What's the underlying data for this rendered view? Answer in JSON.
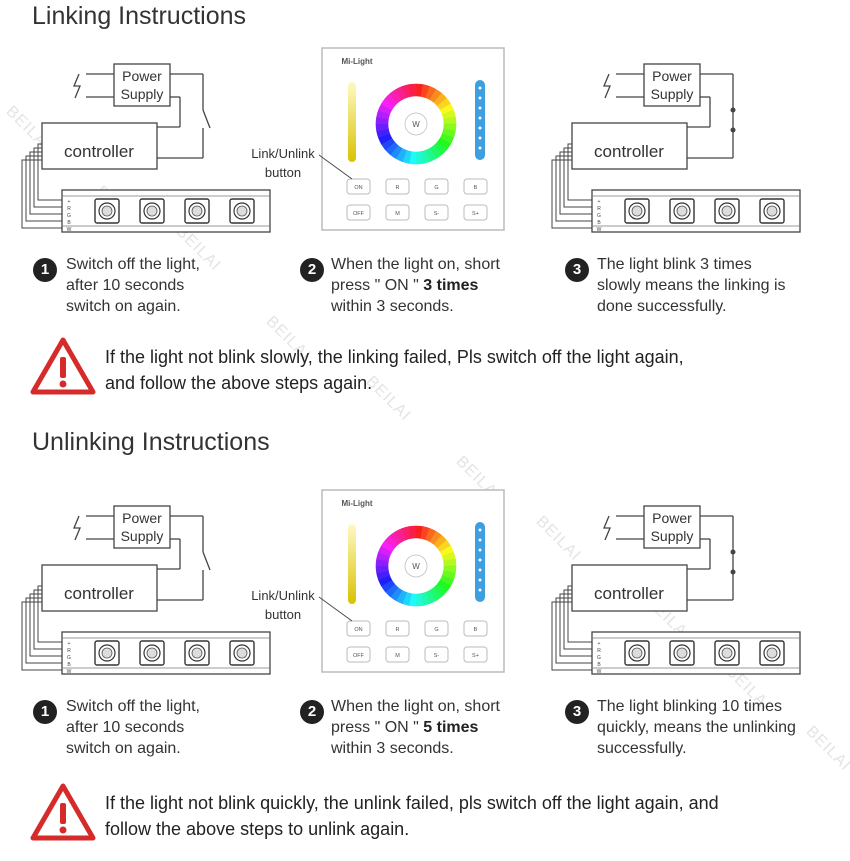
{
  "sections": [
    {
      "title": "Linking Instructions",
      "diagram": {
        "power_line1": "Power",
        "power_line2": "Supply",
        "controller": "controller",
        "link_line1": "Link/Unlink",
        "link_line2": "button",
        "brand": "Mi-Light",
        "wheel_center": "W",
        "buttons": [
          "ON",
          "R",
          "G",
          "B",
          "OFF",
          "M",
          "S-",
          "S+"
        ],
        "pins": [
          "+",
          "R",
          "G",
          "B",
          "W"
        ]
      },
      "steps": [
        {
          "num": "1",
          "lines": [
            "Switch off the light,",
            "after 10 seconds",
            "switch on again."
          ]
        },
        {
          "num": "2",
          "line1": "When the light on, short",
          "line2_pre": "press \" ON \" ",
          "line2_bold": "3 times",
          "line3": "within 3 seconds."
        },
        {
          "num": "3",
          "lines": [
            "The light blink 3 times",
            "slowly means the linking is",
            "done successfully."
          ]
        }
      ],
      "warning": {
        "line1": "If the light not blink slowly, the linking failed, Pls switch off the light again,",
        "line2": "and follow the above steps again."
      }
    },
    {
      "title": "Unlinking Instructions",
      "diagram": {
        "power_line1": "Power",
        "power_line2": "Supply",
        "controller": "controller",
        "link_line1": "Link/Unlink",
        "link_line2": "button",
        "brand": "Mi-Light",
        "wheel_center": "W",
        "buttons": [
          "ON",
          "R",
          "G",
          "B",
          "OFF",
          "M",
          "S-",
          "S+"
        ],
        "pins": [
          "+",
          "R",
          "G",
          "B",
          "W"
        ]
      },
      "steps": [
        {
          "num": "1",
          "lines": [
            "Switch off the light,",
            "after 10 seconds",
            "switch on again."
          ]
        },
        {
          "num": "2",
          "line1": "When the light on, short",
          "line2_pre": "press \" ON \" ",
          "line2_bold": "5 times",
          "line3": "within 3 seconds."
        },
        {
          "num": "3",
          "lines": [
            "The light blinking 10 times",
            "quickly, means the unlinking",
            "successfully."
          ]
        }
      ],
      "warning": {
        "line1": "If the light not blink quickly, the unlink failed, pls switch off the light again, and",
        "line2": "follow the above steps to unlink again."
      }
    }
  ],
  "watermark": "BEILAI",
  "colors": {
    "warning_red": "#d62b2b",
    "text": "#333333",
    "line": "#444444"
  }
}
